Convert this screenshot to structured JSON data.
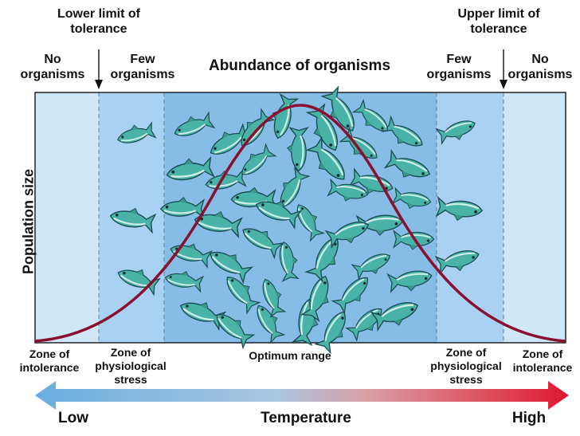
{
  "top_labels": {
    "lower_limit": "Lower limit of\ntolerance",
    "upper_limit": "Upper limit of\ntolerance",
    "no_organisms_left": "No\norganisms",
    "few_organisms_left": "Few\norganisms",
    "abundance": "Abundance of organisms",
    "few_organisms_right": "Few\norganisms",
    "no_organisms_right": "No\norganisms"
  },
  "y_axis_label": "Population size",
  "zones": {
    "intolerance_left": "Zone of\nintolerance",
    "stress_left": "Zone of\nphysiological\nstress",
    "optimum": "Optimum range",
    "stress_right": "Zone of\nphysiological\nstress",
    "intolerance_right": "Zone of\nintolerance"
  },
  "temperature": {
    "low": "Low",
    "label": "Temperature",
    "high": "High"
  },
  "colors": {
    "intolerance_zone": "#cfe7f7",
    "stress_zone": "#a9d1f1",
    "optimum_zone": "#86bde7",
    "curve": "#8a1030",
    "fish_body": "#48b3a6",
    "arrow_low": "#6aaee0",
    "arrow_high": "#e0182f"
  },
  "icons": [
    "fish-icon",
    "down-arrow-icon"
  ]
}
